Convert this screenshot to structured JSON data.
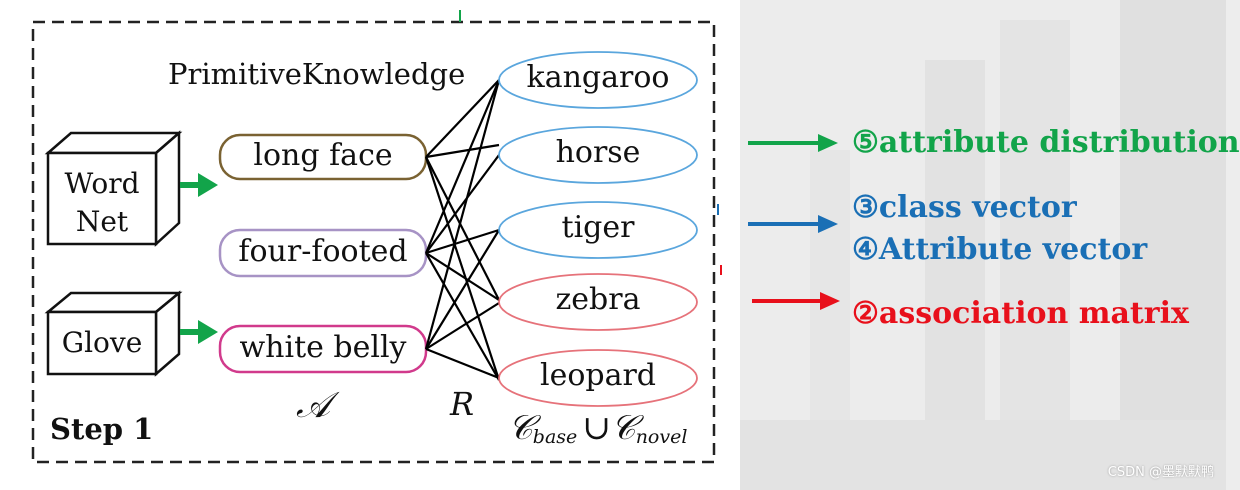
{
  "diagram": {
    "title": "PrimitiveKnowledge",
    "sources": [
      "Word\nNet",
      "Glove"
    ],
    "attributes": [
      "long face",
      "four-footed",
      "white belly"
    ],
    "classes": [
      "kangaroo",
      "horse",
      "tiger",
      "zebra",
      "leopard"
    ],
    "attribute_symbol": "𝒜",
    "relation_symbol": "R",
    "class_symbol_base": "𝒞",
    "class_sub_base": "base",
    "union_symbol": "∪",
    "class_symbol_novel": "𝒞",
    "class_sub_novel": "novel",
    "step_label": "Step 1"
  },
  "annotations": {
    "attr_dist": "⑤attribute distribution",
    "class_vector": "③class vector",
    "attr_vector": "④Attribute vector",
    "assoc_matrix": "②association matrix"
  },
  "colors": {
    "green": "#12a44a",
    "blue": "#1a6fb5",
    "red": "#e8101b",
    "long_face_border": "#7a6232",
    "four_footed_border": "#a793c5",
    "white_belly_border": "#d13a8c",
    "class_blue_border": "#5aa6dd",
    "class_red_border": "#e6727a"
  },
  "watermark": "CSDN @墨默默鸭"
}
